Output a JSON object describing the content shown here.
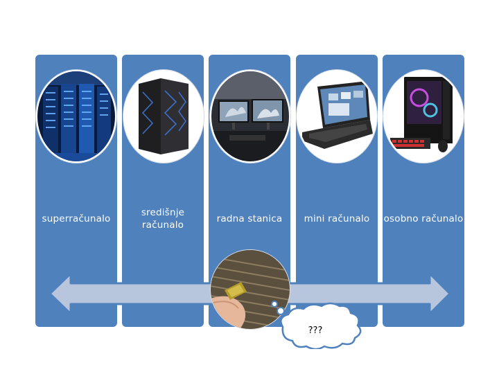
{
  "colors": {
    "panel": "#4f81bd",
    "arrow_fill": "#b8c6dd",
    "arrow_stroke": "#4f81bd",
    "label_text": "#ffffff"
  },
  "computers": [
    {
      "label": "superračunalo",
      "icon": "server-racks-icon"
    },
    {
      "label": "središnje računalo",
      "icon": "mainframe-icon"
    },
    {
      "label": "radna stanica",
      "icon": "workstation-monitors-icon"
    },
    {
      "label": "mini računalo",
      "icon": "laptop-icon"
    },
    {
      "label": "osobno računalo",
      "icon": "gaming-pc-icon"
    }
  ],
  "microcomputer": {
    "icon": "microchip-on-finger-icon"
  },
  "thought_bubble": {
    "text": "???"
  }
}
